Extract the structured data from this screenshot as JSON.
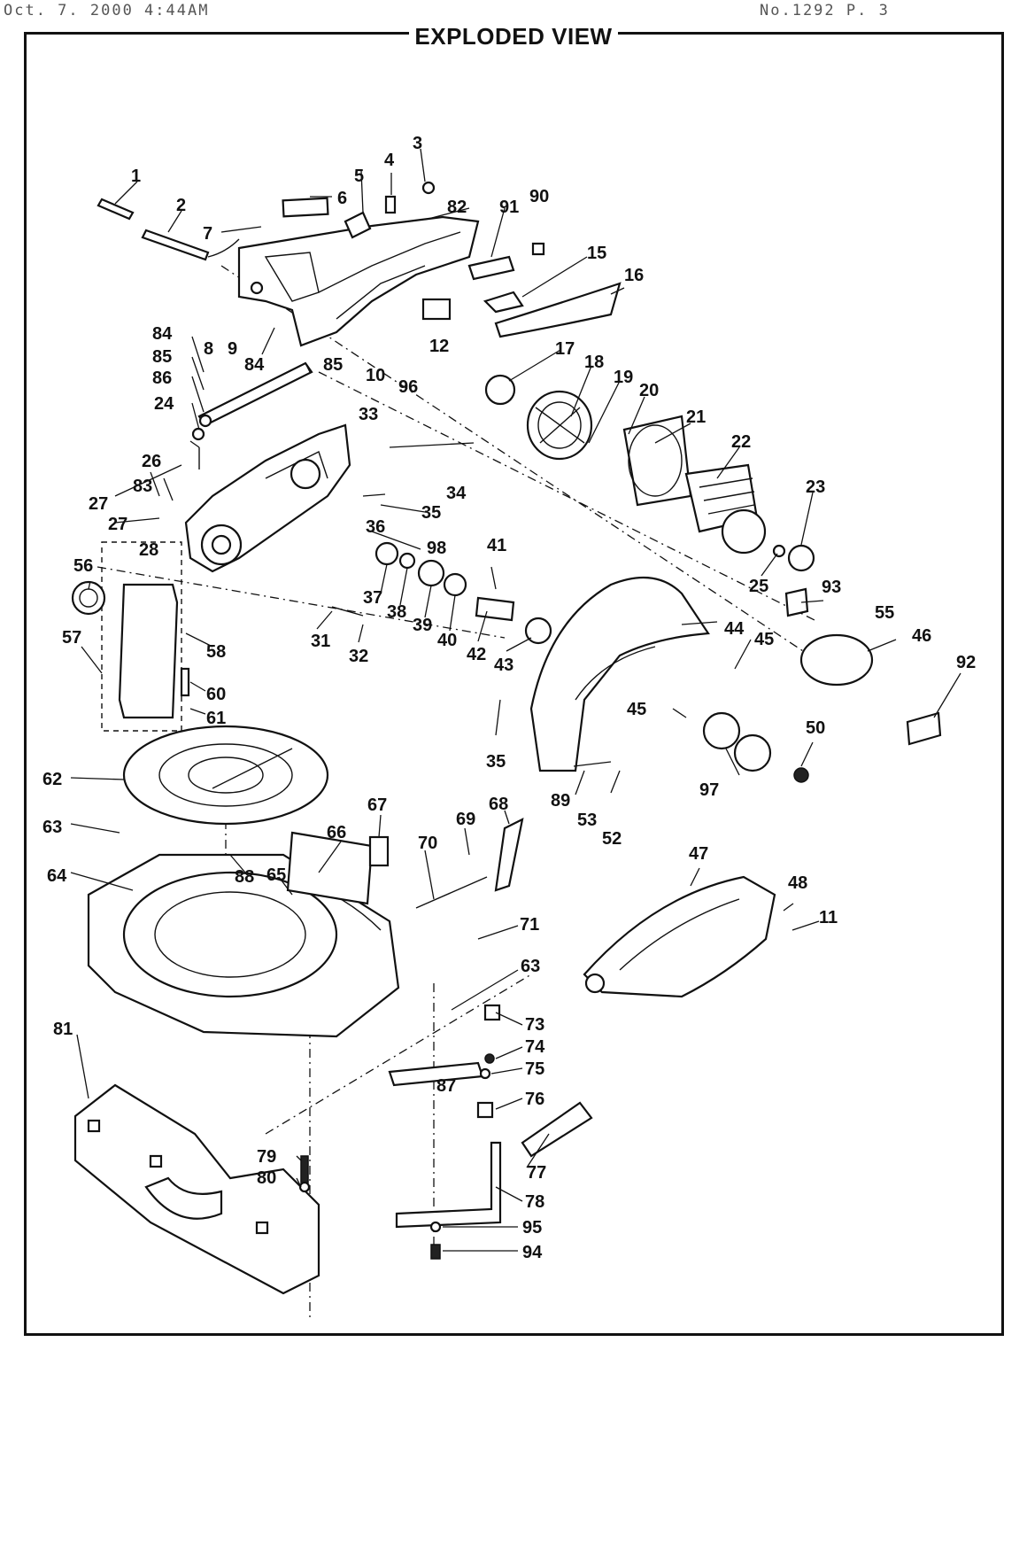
{
  "header": {
    "fax_left": "Oct. 7. 2000  4:44AM",
    "fax_right": "No.1292   P. 3"
  },
  "title": "EXPLODED VIEW",
  "parts": {
    "p1": "1",
    "p2": "2",
    "p3": "3",
    "p4": "4",
    "p5": "5",
    "p6": "6",
    "p7": "7",
    "p8": "8",
    "p9": "9",
    "p10": "10",
    "p11": "11",
    "p12": "12",
    "p15": "15",
    "p16": "16",
    "p17": "17",
    "p18": "18",
    "p19": "19",
    "p20": "20",
    "p21": "21",
    "p22": "22",
    "p23": "23",
    "p24": "24",
    "p25": "25",
    "p26": "26",
    "p27a": "27",
    "p27b": "27",
    "p28": "28",
    "p31": "31",
    "p32": "32",
    "p33": "33",
    "p34": "34",
    "p35a": "35",
    "p35b": "35",
    "p36": "36",
    "p37": "37",
    "p38": "38",
    "p39": "39",
    "p40": "40",
    "p41": "41",
    "p42": "42",
    "p43": "43",
    "p44": "44",
    "p45a": "45",
    "p45b": "45",
    "p46": "46",
    "p47": "47",
    "p48": "48",
    "p50": "50",
    "p52": "52",
    "p53": "53",
    "p55": "55",
    "p56": "56",
    "p57": "57",
    "p58": "58",
    "p60": "60",
    "p61": "61",
    "p62": "62",
    "p63a": "63",
    "p63b": "63",
    "p64": "64",
    "p65": "65",
    "p66": "66",
    "p67": "67",
    "p68": "68",
    "p69": "69",
    "p70": "70",
    "p71": "71",
    "p73": "73",
    "p74": "74",
    "p75": "75",
    "p76": "76",
    "p77": "77",
    "p78": "78",
    "p79": "79",
    "p80": "80",
    "p81": "81",
    "p82": "82",
    "p83": "83",
    "p84a": "84",
    "p84b": "84",
    "p85a": "85",
    "p85b": "85",
    "p86": "86",
    "p87": "87",
    "p88": "88",
    "p89": "89",
    "p90": "90",
    "p91": "91",
    "p92": "92",
    "p93": "93",
    "p94": "94",
    "p95": "95",
    "p96": "96",
    "p97": "97",
    "p98": "98"
  }
}
